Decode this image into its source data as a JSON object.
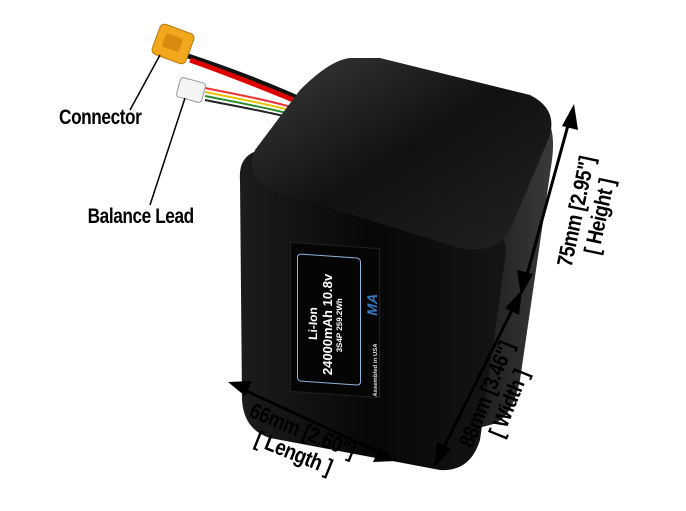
{
  "callouts": {
    "connector": "Connector",
    "balance_lead": "Balance Lead"
  },
  "dimensions": {
    "height": {
      "value": "75mm [2.95\"]",
      "label": "[ Height ]"
    },
    "width": {
      "value": "88mm [3.46\"]",
      "label": "[ Width ]"
    },
    "length": {
      "value": "66mm [2.60\"]",
      "label": "[ Length ]"
    }
  },
  "battery_label": {
    "chemistry": "Li-Ion",
    "capacity": "24000mAh 10.8v",
    "config": "3S4P 259.2Wh",
    "origin": "Assembled in USA",
    "logo": "MA"
  },
  "colors": {
    "battery": "#0b0b0b",
    "connector": "#f2a81c",
    "label_border": "#8fb4e0",
    "logo": "#3a78c8"
  }
}
